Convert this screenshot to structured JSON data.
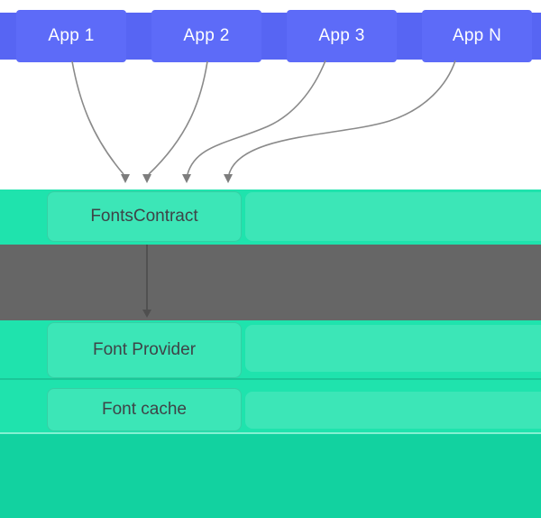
{
  "apps": [
    {
      "label": "App 1"
    },
    {
      "label": "App 2"
    },
    {
      "label": "App 3"
    },
    {
      "label": "App N"
    }
  ],
  "layers": {
    "fonts_contract": {
      "label": "FontsContract"
    },
    "font_provider": {
      "label": "Font Provider"
    },
    "font_cache": {
      "label": "Font cache"
    }
  },
  "colors": {
    "app_bar_blue": "#5765F3",
    "app_box_blue": "#5D6BF8",
    "app_text": "#FFFFFF",
    "teal_band": "#1FE3AD",
    "teal_box_highlight": "rgba(255,255,255,0.13)",
    "gray_band": "#666666",
    "bottom_band_teal": "#12D2A0",
    "funnel_arrow_gray": "#8A8A8A",
    "ipc_arrow_gray": "#4F4F4F",
    "label_text": "#3E4347"
  }
}
